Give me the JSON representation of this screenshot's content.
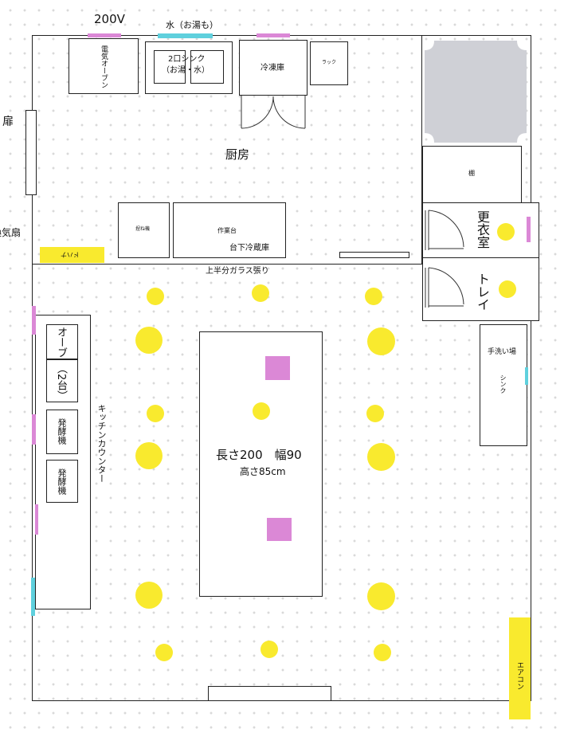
{
  "outlets": {
    "voltage_label": "200V",
    "water_label": "水（お湯も）"
  },
  "kitchen": {
    "title": "厨房",
    "oven": "電気オーブン",
    "sink_line1": "2口シンク",
    "sink_line2": "（お湯・水）",
    "freezer": "冷凍庫",
    "rack": "ラック",
    "kneader": "捏ね機",
    "worktable": "作業台",
    "under_fridge": "台下冷蔵庫",
    "hood_label": "ドハナ"
  },
  "left_labels": {
    "door": "扉",
    "exhaust_fan": "換気扇"
  },
  "partition": {
    "glass_label": "上半分ガラス張り"
  },
  "side_rooms": {
    "shelf": "棚",
    "changing_room": "更衣室",
    "toilet": "トレイ",
    "handwash": "手洗い場",
    "handwash_sink": "シンク"
  },
  "counter": {
    "label": "キッチンカウンター",
    "oven_line1": "オーブン",
    "oven_line2": "（2台）",
    "proofer1": "発酵機",
    "proofer2": "発酵機"
  },
  "main_table": {
    "size_label": "長さ200　幅90",
    "height_label": "高さ85cm"
  },
  "aircon": {
    "label": "エアコン"
  },
  "colors": {
    "light": "#f9ea2e",
    "outlet": "#db88d6",
    "water": "#5fd0dd",
    "shower": "#cfd0d6",
    "aircon": "#f9ea2e"
  }
}
